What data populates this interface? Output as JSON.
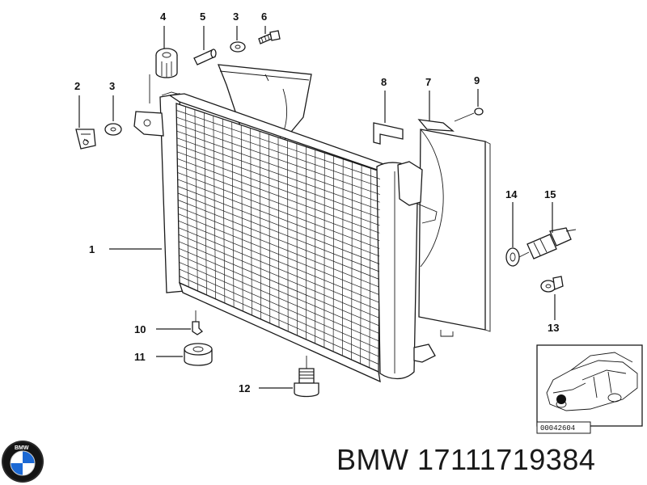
{
  "callouts": {
    "c1": "1",
    "c2": "2",
    "c3a": "3",
    "c3b": "3",
    "c4": "4",
    "c5": "5",
    "c6": "6",
    "c7": "7",
    "c8": "8",
    "c9": "9",
    "c10": "10",
    "c11": "11",
    "c12": "12",
    "c13": "13",
    "c14": "14",
    "c15": "15"
  },
  "inset": {
    "reference_number": "00042604"
  },
  "logo": {
    "brand_letters": "BMW"
  },
  "footer": {
    "brand": "BMW",
    "part_number": "17111719384",
    "caption": "BMW 17111719384"
  },
  "colors": {
    "line": "#1a1a1a",
    "background": "#ffffff",
    "logo_blue": "#1c69d4"
  }
}
